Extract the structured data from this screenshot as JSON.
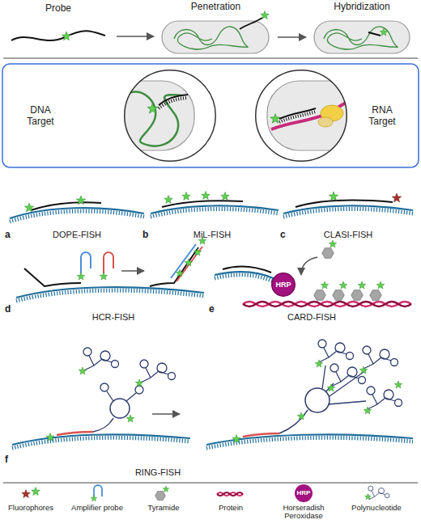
{
  "diagram": {
    "nodes": [
      {
        "text": [
          "Probe"
        ]
      },
      {
        "text": [
          "Penetration"
        ]
      },
      {
        "text": [
          "Hybridization"
        ]
      },
      {
        "text": [
          "DNA Target"
        ]
      },
      {
        "text": [
          "RNA Target"
        ]
      },
      {
        "text": [
          "HRP"
        ]
      }
    ],
    "edges": [
      {
        "from": 0,
        "to": 1,
        "arrow": "to"
      },
      {
        "from": 1,
        "to": 2,
        "arrow": "to"
      }
    ],
    "labels": [
      "a",
      "DOPE-FISH",
      "b",
      "MiL-FISH",
      "c",
      "CLASI-FISH",
      "d",
      "HCR-FISH",
      "e",
      "CARD-FISH",
      "f",
      "RING-FISH",
      "HRP"
    ],
    "legend": [
      {
        "text": "Fluorophores"
      },
      {
        "text": "Amplifier probe"
      },
      {
        "text": "Tyramide"
      },
      {
        "text": "Protein"
      },
      {
        "text": "Horseradish Peroxidase"
      },
      {
        "text": "Polynucleotide"
      }
    ]
  }
}
